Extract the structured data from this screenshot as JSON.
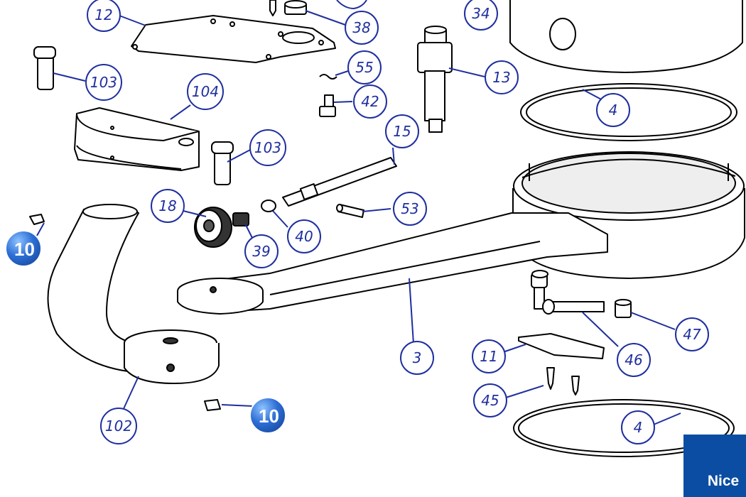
{
  "diagram": {
    "callouts": [
      {
        "id": "c12",
        "label": "12"
      },
      {
        "id": "c38",
        "label": "38"
      },
      {
        "id": "c34",
        "label": "34"
      },
      {
        "id": "c103a",
        "label": "103"
      },
      {
        "id": "c55",
        "label": "55"
      },
      {
        "id": "c13",
        "label": "13"
      },
      {
        "id": "c104",
        "label": "104"
      },
      {
        "id": "c42",
        "label": "42"
      },
      {
        "id": "c4a",
        "label": "4"
      },
      {
        "id": "c15",
        "label": "15"
      },
      {
        "id": "c103b",
        "label": "103"
      },
      {
        "id": "c18",
        "label": "18"
      },
      {
        "id": "c53",
        "label": "53"
      },
      {
        "id": "c40",
        "label": "40"
      },
      {
        "id": "c39",
        "label": "39"
      },
      {
        "id": "c47",
        "label": "47"
      },
      {
        "id": "c3",
        "label": "3"
      },
      {
        "id": "c11",
        "label": "11"
      },
      {
        "id": "c46",
        "label": "46"
      },
      {
        "id": "c45",
        "label": "45"
      },
      {
        "id": "c102",
        "label": "102"
      },
      {
        "id": "c4b",
        "label": "4"
      }
    ],
    "badges": [
      {
        "id": "b1",
        "label": "10"
      },
      {
        "id": "b2",
        "label": "10"
      }
    ],
    "brand": "Nice",
    "colors": {
      "callout": "#1f2f9e",
      "badge": "#2e6fd6",
      "brand_bg": "#0a4da2",
      "line": "#000000"
    }
  }
}
